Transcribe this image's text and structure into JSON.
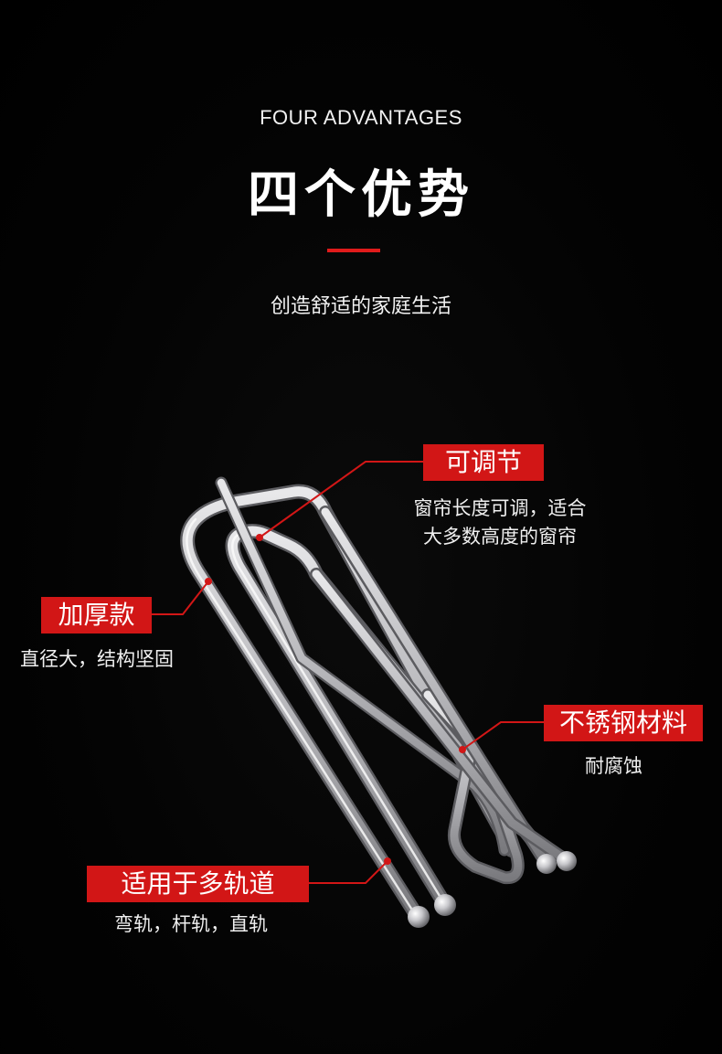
{
  "header": {
    "en_title": "FOUR ADVANTAGES",
    "cn_title": "四个优势",
    "subtitle": "创造舒适的家庭生活"
  },
  "features": [
    {
      "label": "可调节",
      "desc_lines": [
        "窗帘长度可调，适合",
        "大多数高度的窗帘"
      ]
    },
    {
      "label": "加厚款",
      "desc_lines": [
        "直径大，结构坚固"
      ]
    },
    {
      "label": "不锈钢材料",
      "desc_lines": [
        "耐腐蚀"
      ]
    },
    {
      "label": "适用于多轨道",
      "desc_lines": [
        "弯轨，杆轨，直轨"
      ]
    }
  ],
  "colors": {
    "background": "#000000",
    "accent": "#d21616",
    "text": "#f2f2f2"
  },
  "product_image": "stainless-steel-curtain-hook"
}
